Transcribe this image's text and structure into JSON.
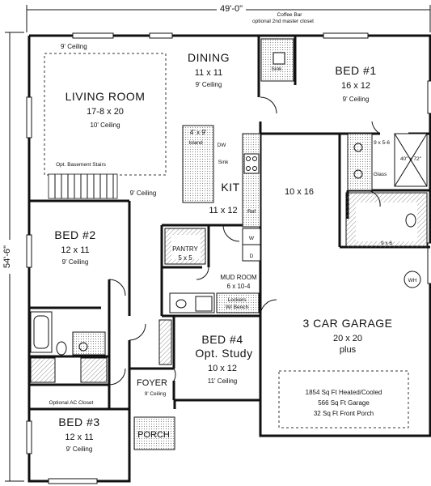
{
  "dimensions": {
    "width_label": "49'-0\"",
    "depth_label": "54'-6\""
  },
  "rooms": {
    "living_room": {
      "name": "LIVING ROOM",
      "size": "17-8 x 20",
      "ceiling": "10' Ceiling",
      "ceiling_top": "9' Ceiling"
    },
    "dining": {
      "name": "DINING",
      "size": "11 x 11",
      "ceiling": "9' Ceiling"
    },
    "bed1": {
      "name": "BED #1",
      "size": "16 x 12",
      "ceiling": "9' Ceiling"
    },
    "bed2": {
      "name": "BED #2",
      "size": "12 x 11",
      "ceiling": "9' Ceiling"
    },
    "bed3": {
      "name": "BED #3",
      "size": "12 x 11",
      "ceiling": "9' Ceiling"
    },
    "bed4": {
      "name": "BED #4",
      "alt_name": "Opt. Study",
      "size": "10 x 12",
      "ceiling": "11' Ceiling"
    },
    "kit": {
      "name": "KIT",
      "size": "11 x 12",
      "ceiling": "9' Ceiling"
    },
    "garage": {
      "name": "3 CAR GARAGE",
      "size": "20 x 20",
      "extra": "plus"
    },
    "pantry": {
      "name": "PANTRY",
      "size": "5 x 5"
    },
    "mud_room": {
      "name": "MUD ROOM",
      "size": "6 x 10-4",
      "lockers": "Lockers",
      "bench": "W/ Bench"
    },
    "foyer": {
      "name": "FOYER",
      "ceiling": "9' Ceiling"
    },
    "porch": {
      "name": "PORCH"
    },
    "garage_space": {
      "size": "10 x 16"
    },
    "master_bath": {
      "size": "9 x 5-6",
      "closet_size": "9 x 6",
      "glass": "Glass",
      "shower": "40\" x 72\""
    }
  },
  "fixtures": {
    "coffee_bar": "Coffee Bar",
    "opt_closet": "optional 2nd master closet",
    "sink_small": "Sink",
    "island": "4' x 9'",
    "island_label": "Island",
    "dw": "DW",
    "sink": "Sink",
    "ref": "Ref",
    "washer": "W",
    "dryer": "D",
    "wh": "WH",
    "basement_stairs": "Opt. Basement Stairs",
    "ac_closet": "Optional AC Closet"
  },
  "stats": {
    "heated": "1854 Sq Ft Heated/Cooled",
    "garage": "566 Sq Ft Garage",
    "porch": "32 Sq Ft Front Porch"
  }
}
